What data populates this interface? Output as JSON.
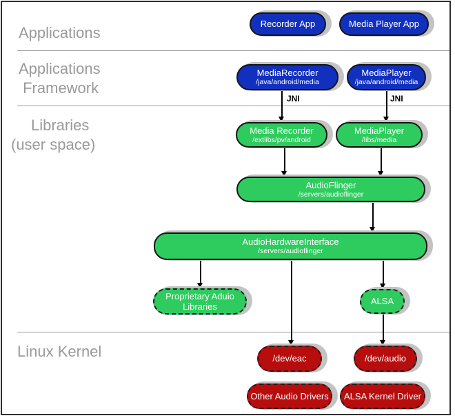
{
  "palette": {
    "node_blue": "#1230be",
    "node_green": "#2ecc5e",
    "node_red": "#b80d0d",
    "shadow_gray": "#c3c3c3",
    "section_label_gray": "#9a9a9a",
    "connector_black": "#000000"
  },
  "sections": [
    {
      "label": "Applications"
    },
    {
      "label": "Applications",
      "label2": " Framework"
    },
    {
      "label": "Libraries",
      "label2": "(user space)"
    },
    {
      "label": "Linux Kernel"
    }
  ],
  "jni": {
    "left": "JNI",
    "right": "JNI"
  },
  "nodes": [
    {
      "id": "recorder-app",
      "title": "Recorder App",
      "color": "blue"
    },
    {
      "id": "media-player-app",
      "title": "Media Player App",
      "color": "blue"
    },
    {
      "id": "media-recorder-framework",
      "title": "MediaRecorder",
      "subtitle": "/java/android/media",
      "color": "blue"
    },
    {
      "id": "media-player-framework",
      "title": "MediaPlayer",
      "subtitle": "/java/android/media",
      "color": "blue"
    },
    {
      "id": "media-recorder-lib",
      "title": "Media Recorder",
      "subtitle": "/extlibs/pv/android",
      "color": "green"
    },
    {
      "id": "media-player-lib",
      "title": "MediaPlayer",
      "subtitle": "/libs/media",
      "color": "green"
    },
    {
      "id": "audioflinger",
      "title": "AudioFlinger",
      "subtitle": "/servers/audioflinger",
      "color": "green"
    },
    {
      "id": "audio-hardware-interface",
      "title": "AudioHardwareInterface",
      "subtitle": "/servers/audioflinger",
      "color": "green"
    },
    {
      "id": "proprietary-audio-libraries",
      "title": "Proprietary Aduio",
      "subtitle": "Libraries",
      "color": "green",
      "dashed": true
    },
    {
      "id": "alsa",
      "title": "ALSA",
      "color": "green",
      "dashed": true
    },
    {
      "id": "dev-eac",
      "title": "/dev/eac",
      "color": "red",
      "dashed": true
    },
    {
      "id": "dev-audio",
      "title": "/dev/audio",
      "color": "red",
      "dashed": true
    },
    {
      "id": "other-audio-drivers",
      "title": "Other Audio Drivers",
      "color": "red",
      "dashed": true
    },
    {
      "id": "alsa-kernel-driver",
      "title": "ALSA Kernel Driver",
      "color": "red",
      "dashed": true
    }
  ]
}
